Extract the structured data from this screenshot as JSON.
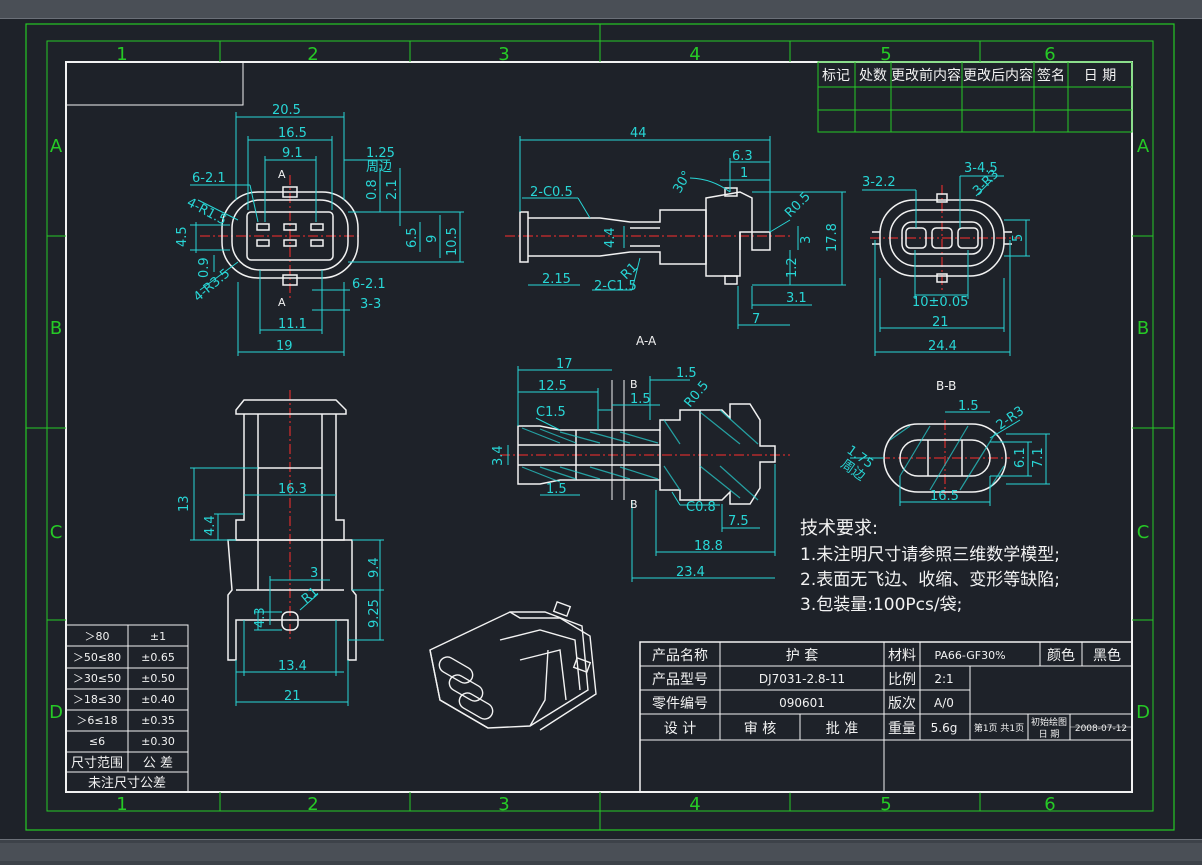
{
  "colors": {
    "background": "#1e2229",
    "frame": "#f2f2f2",
    "grid": "#26c926",
    "dim": "#28d6d6",
    "center": "#ff2d2d",
    "part": "#f2f2f2",
    "text": "#f2f2f2"
  },
  "frame": {
    "columns": [
      "1",
      "2",
      "3",
      "4",
      "5",
      "6"
    ],
    "rows": [
      "A",
      "B",
      "C",
      "D"
    ]
  },
  "revision_table": {
    "headers": [
      "标记",
      "处数",
      "更改前内容",
      "更改后内容",
      "签名",
      "日 期"
    ]
  },
  "dims": {
    "front": {
      "w20_5": "20.5",
      "w16_5": "16.5",
      "w9_1": "9.1",
      "d1_25": "1.25",
      "perimeter": "周边",
      "r6_2_1": "6-2.1",
      "r4_r1_5": "4-R1.5",
      "h4_5": "4.5",
      "d0_9": "0.9",
      "r4_r3_5": "4-R3.5",
      "v0_8": "0.8",
      "v2_1": "2.1",
      "v6_5": "6.5",
      "v9": "9",
      "v10_5": "10.5",
      "r6_2_1b": "6-2.1",
      "w3_3": "3-3",
      "w11_1": "11.1",
      "w19": "19",
      "sec_a_top": "A",
      "sec_a_bot": "A"
    },
    "side": {
      "w44": "44",
      "w6_3": "6.3",
      "w1": "1",
      "ang30": "30°",
      "c2_0_5": "2-C0.5",
      "h4_4": "4.4",
      "r0_5": "R0.5",
      "h3": "3",
      "h17_8": "17.8",
      "h1_2": "1.2",
      "r1": "R1",
      "w2_15": "2.15",
      "c2_1_5": "2-C1.5",
      "w3_1": "3.1",
      "w7": "7"
    },
    "end": {
      "r3_2_2": "3-2.2",
      "r3_4_5": "3-4.5",
      "r3_r3": "3-R3",
      "h5": "5",
      "w10": "10±0.05",
      "w21": "21",
      "w24_4": "24.4"
    },
    "sec_aa": {
      "title": "A-A",
      "w17": "17",
      "w12_5": "12.5",
      "w1_5a": "1.5",
      "r0_5": "R0.5",
      "w1_5b": "1.5",
      "c1_5": "C1.5",
      "h3_4": "3.4",
      "w1_5c": "1.5",
      "c0_8": "C0.8",
      "w7_5": "7.5",
      "w18_8": "18.8",
      "w23_4": "23.4",
      "b_top": "B",
      "b_bot": "B"
    },
    "sec_bb": {
      "title": "B-B",
      "w1_5": "1.5",
      "r2_r3": "2-R3",
      "d1_75": "1.75",
      "perimeter": "周边",
      "h6_1": "6.1",
      "h7_1": "7.1",
      "w16_5": "16.5"
    },
    "bottom_view": {
      "w16_3": "16.3",
      "h13": "13",
      "h4_4": "4.4",
      "w3": "3",
      "h9_4": "9.4",
      "r": "R1",
      "h4_3": "4.3",
      "h9_25": "9.25",
      "w13_4": "13.4",
      "w21": "21"
    }
  },
  "tech_req": {
    "title": "技术要求:",
    "items": [
      "1.未注明尺寸请参照三维数学模型;",
      "2.表面无飞边、收缩、变形等缺陷;",
      "3.包装量:100Pcs/袋;"
    ]
  },
  "tolerance": {
    "rows": [
      [
        "＞80",
        "±1"
      ],
      [
        "＞50≤80",
        "±0.65"
      ],
      [
        "＞30≤50",
        "±0.50"
      ],
      [
        "＞18≤30",
        "±0.40"
      ],
      [
        "＞6≤18",
        "±0.35"
      ],
      [
        "≤6",
        "±0.30"
      ]
    ],
    "head_range": "尺寸范围",
    "head_tol": "公  差",
    "footer": "未注尺寸公差"
  },
  "title_block": {
    "product_name_label": "产品名称",
    "product_name": "护  套",
    "material_label": "材料",
    "material": "PA66-GF30%",
    "color_label": "颜色",
    "color": "黑色",
    "model_label": "产品型号",
    "model": "DJ7031-2.8-11",
    "scale_label": "比例",
    "scale": "2:1",
    "part_no_label": "零件编号",
    "part_no": "090601",
    "version_label": "版次",
    "version": "A/0",
    "design_label": "设  计",
    "review_label": "审  核",
    "approve_label": "批  准",
    "weight_label": "重量",
    "weight": "5.6g",
    "pages": "第1页 共1页",
    "first_draw": "初始绘图",
    "date_label": "日  期",
    "date": "2008-07-12"
  }
}
